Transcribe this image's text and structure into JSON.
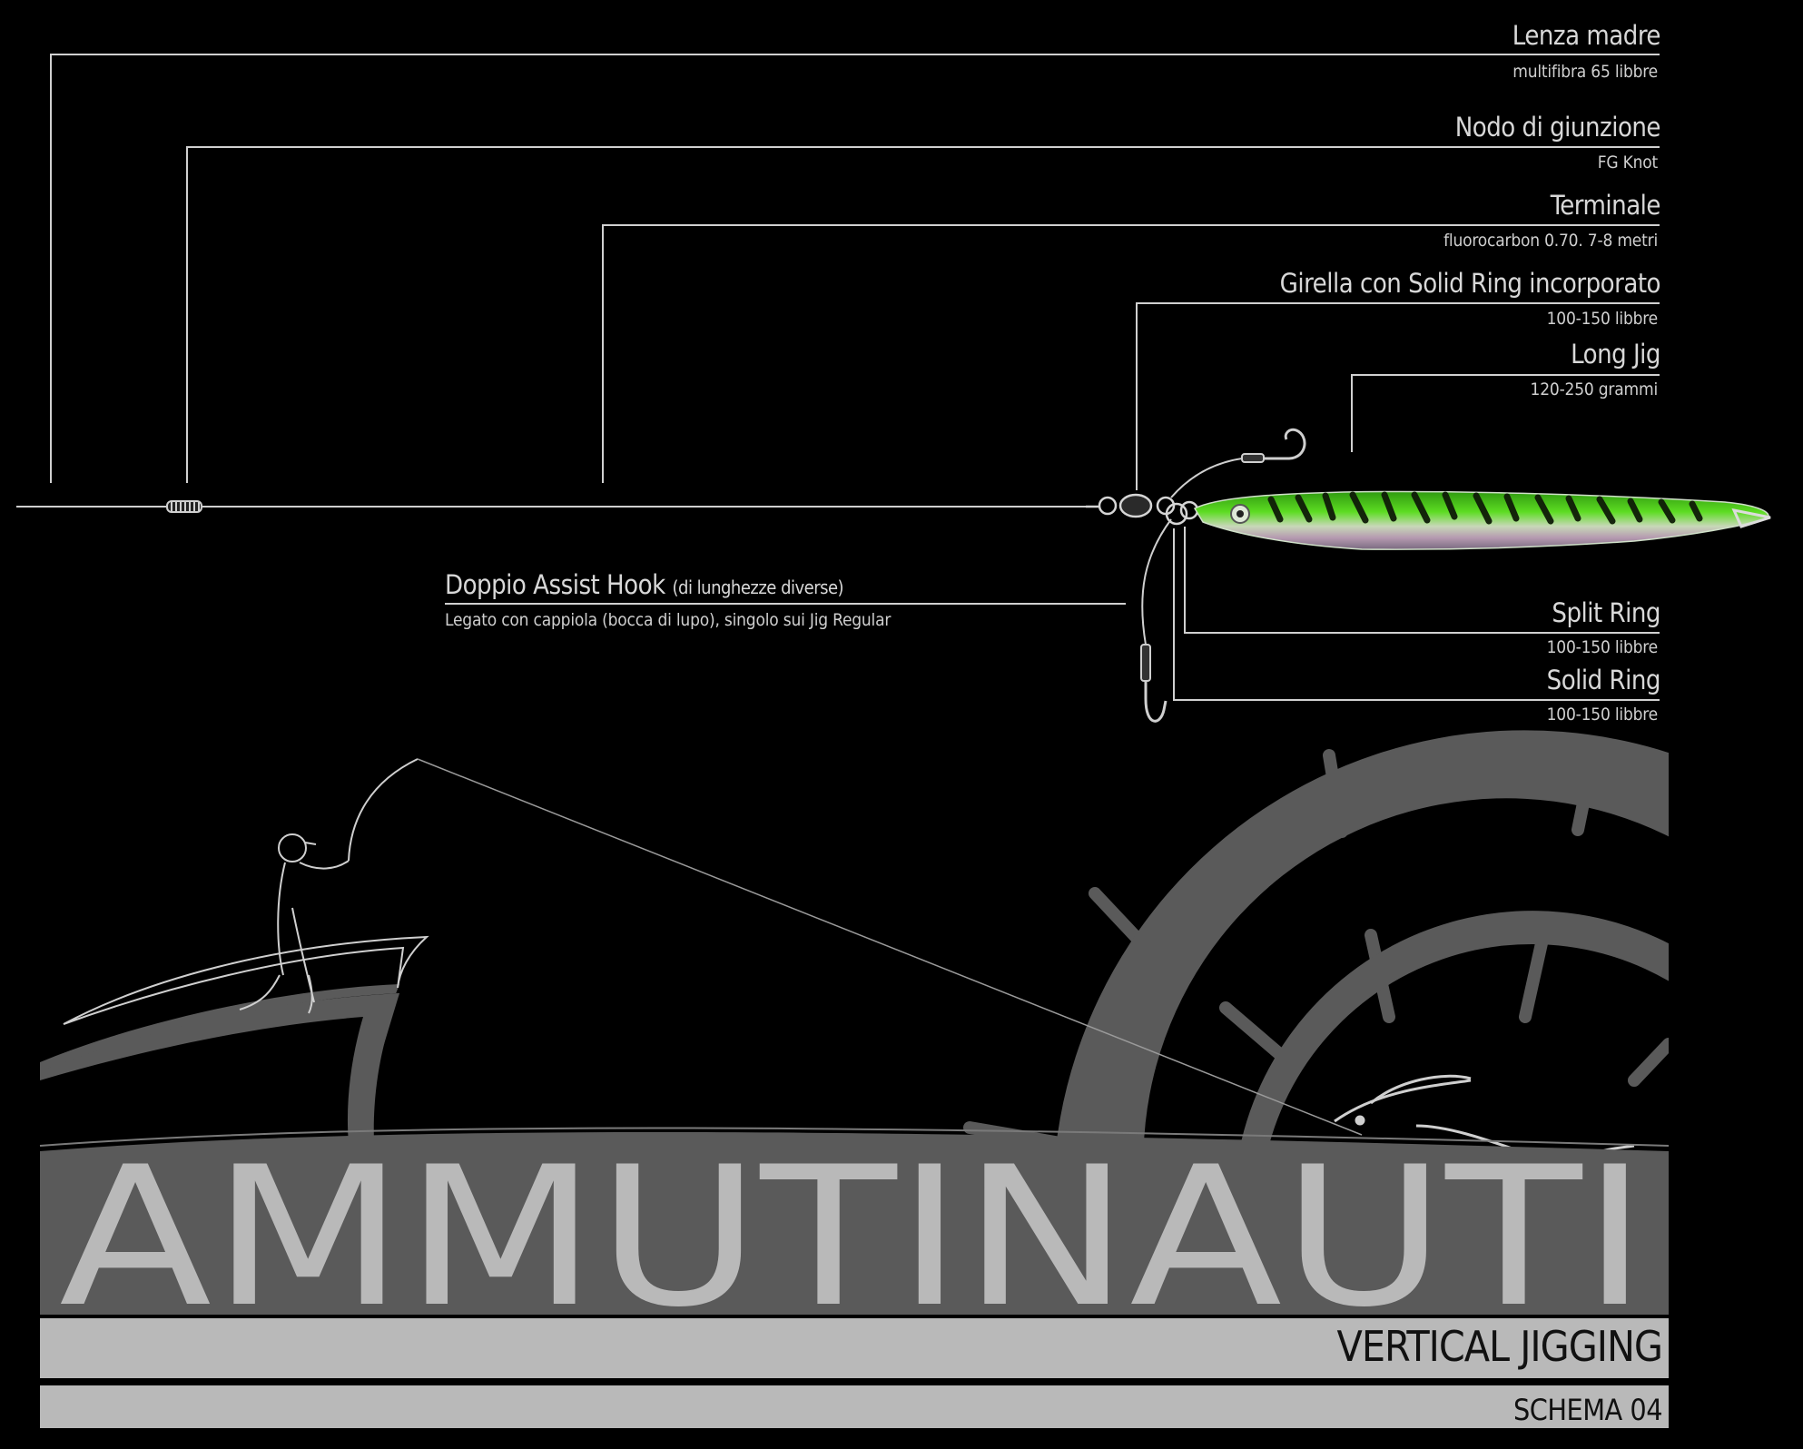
{
  "labels": {
    "lenza_madre": {
      "title": "Lenza madre",
      "detail": "multifibra 65 libbre"
    },
    "nodo_giunzione": {
      "title": "Nodo di giunzione",
      "detail": "FG Knot"
    },
    "terminale": {
      "title": "Terminale",
      "detail": "fluorocarbon 0.70. 7-8 metri"
    },
    "girella": {
      "title": "Girella con Solid Ring incorporato",
      "detail": "100-150 libbre"
    },
    "long_jig": {
      "title": "Long Jig",
      "detail": "120-250 grammi"
    },
    "assist_hook": {
      "title": "Doppio Assist Hook",
      "title_note": "(di lunghezze diverse)",
      "detail": "Legato con cappiola (bocca di lupo), singolo sui Jig Regular"
    },
    "split_ring": {
      "title": "Split Ring",
      "detail": "100-150 libbre"
    },
    "solid_ring": {
      "title": "Solid Ring",
      "detail": "100-150 libbre"
    }
  },
  "branding": {
    "logo_text": "AMMUTINAUTI",
    "subtitle": "VERTICAL JIGGING",
    "scheme": "SCHEMA 04"
  },
  "colors": {
    "background": "#000000",
    "line": "#d0d0d0",
    "logo_gray": "#5a5a5a",
    "band_light": "#b9b9b9",
    "jig_green": "#3ec21a"
  }
}
